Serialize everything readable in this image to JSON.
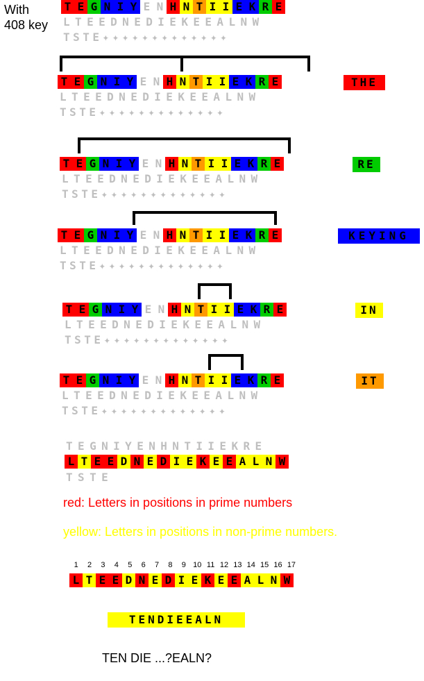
{
  "header": {
    "line1": "With",
    "line2": "408 key"
  },
  "colors": {
    "red": "#ff0000",
    "green": "#00cc00",
    "blue": "#0000ff",
    "yellow": "#ffff00",
    "orange": "#ff9900",
    "grey": "#bfbfbf"
  },
  "main_row_letters": [
    "T",
    "E",
    "G",
    "N",
    "I",
    "Y",
    "E",
    "N",
    "H",
    "N",
    "T",
    "I",
    "I",
    "E",
    "K",
    "R",
    "E"
  ],
  "main_row_colors": [
    "red",
    "red",
    "green",
    "blue",
    "blue",
    "blue",
    "none",
    "none",
    "red",
    "yellow",
    "orange",
    "yellow",
    "yellow",
    "blue",
    "blue",
    "green",
    "red"
  ],
  "row2_text": "LTEEDNEDIEKEEALNW",
  "row3_text": "TSTE✦✦✦✦✦✦✦✦✦✦✦✦✦",
  "panels": [
    {
      "word": "THE",
      "word_color": "#ff0000"
    },
    {
      "word": "RE",
      "word_color": "#00cc00"
    },
    {
      "word": "KEYING",
      "word_color": "#0000ff"
    },
    {
      "word": "IN",
      "word_color": "#ffff00"
    },
    {
      "word": "IT",
      "word_color": "#ff9900"
    }
  ],
  "section2": {
    "top_text": "TEGNIYENHNTIIEKRE",
    "mid_letters": [
      "L",
      "T",
      "E",
      "E",
      "D",
      "N",
      "E",
      "D",
      "I",
      "E",
      "K",
      "E",
      "E",
      "A",
      "L",
      "N",
      "W"
    ],
    "mid_colors": [
      "red",
      "yellow",
      "red",
      "red",
      "yellow",
      "red",
      "yellow",
      "red",
      "yellow",
      "yellow",
      "red",
      "yellow",
      "red",
      "yellow",
      "yellow",
      "yellow",
      "red"
    ],
    "bottom_text": "TSTE"
  },
  "legend": {
    "red_text": "red: Letters in positions in prime numbers",
    "yellow_text": "yellow: Letters in positions in non-prime numbers."
  },
  "positions": [
    "1",
    "2",
    "3",
    "4",
    "5",
    "6",
    "7",
    "8",
    "9",
    "10",
    "11",
    "12",
    "13",
    "14",
    "15",
    "16",
    "17"
  ],
  "result_word": "TENDIEEALN",
  "conclusion": "TEN DIE ...?EALN?"
}
